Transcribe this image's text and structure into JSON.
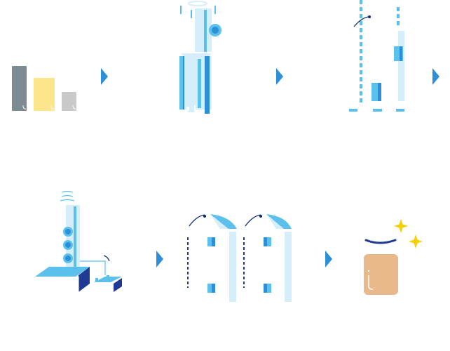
{
  "colors": {
    "light_blue": "#5bc0eb",
    "mid_blue": "#2d8fd8",
    "pale_blue": "#d6eefa",
    "navy": "#1f3a93",
    "dark_navy": "#0d2a78",
    "slate": "#7b8a93",
    "yellow": "#fde68a",
    "gray": "#c9c9c9",
    "tan": "#e8b98a",
    "gold": "#f5d000",
    "white": "#ffffff"
  },
  "steps": [
    {
      "name": "raw-materials",
      "icon": "raw-material-bins-icon"
    },
    {
      "name": "mixing",
      "icon": "mixing-tower-icon"
    },
    {
      "name": "measuring",
      "icon": "measurement-gauges-icon"
    },
    {
      "name": "processing",
      "icon": "processing-tower-icon"
    },
    {
      "name": "storage",
      "icon": "storage-silos-icon"
    },
    {
      "name": "finished-product",
      "icon": "finished-product-icon"
    }
  ],
  "arrows": [
    {
      "name": "arrow-step1-to-step2",
      "icon": "arrow-right-icon"
    },
    {
      "name": "arrow-step2-to-step3",
      "icon": "arrow-right-icon"
    },
    {
      "name": "arrow-step3-to-step4",
      "icon": "arrow-right-icon"
    },
    {
      "name": "arrow-step4-to-step5",
      "icon": "arrow-right-icon"
    },
    {
      "name": "arrow-step5-to-step6",
      "icon": "arrow-right-icon"
    }
  ]
}
